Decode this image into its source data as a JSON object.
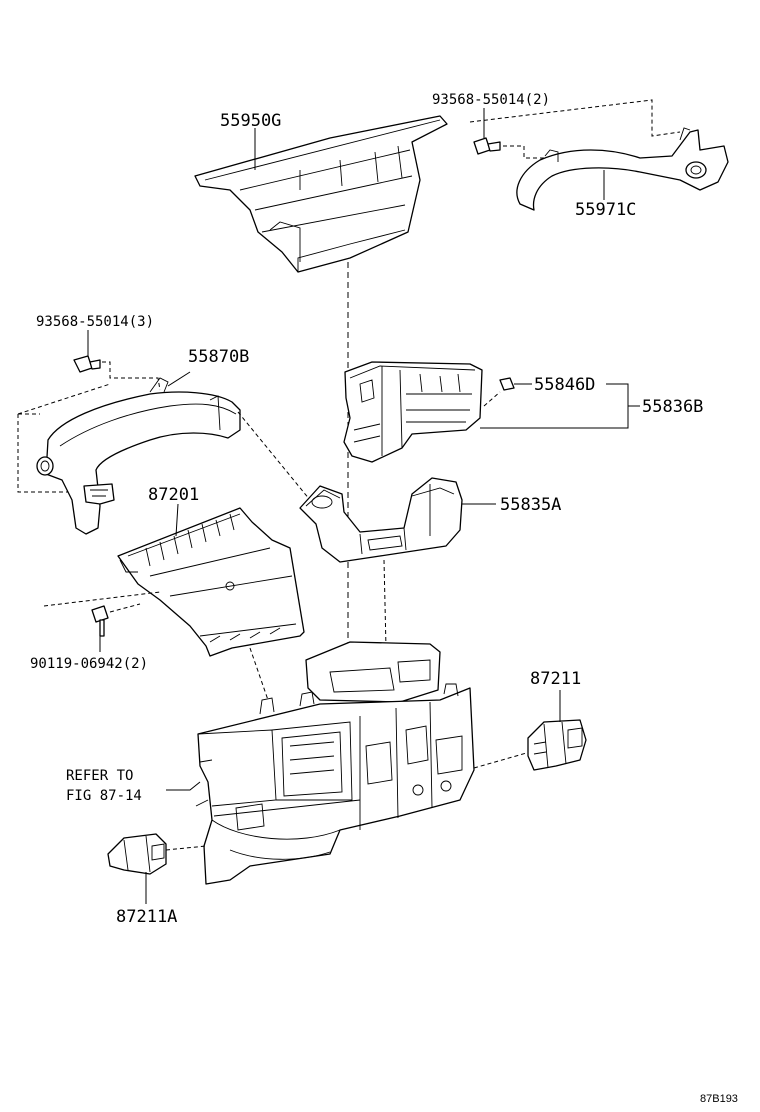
{
  "diagram": {
    "code": "87B193",
    "labels": {
      "p55950G": "55950G",
      "p93568_2": "93568-55014(2)",
      "p55971C": "55971C",
      "p93568_3": "93568-55014(3)",
      "p55870B": "55870B",
      "p55846D": "55846D",
      "p55836B": "55836B",
      "p87201": "87201",
      "p55835A": "55835A",
      "p90119": "90119-06942(2)",
      "p87211": "87211",
      "refer_line1": "REFER TO",
      "refer_line2": "FIG 87-14",
      "p87211A": "87211A"
    }
  }
}
